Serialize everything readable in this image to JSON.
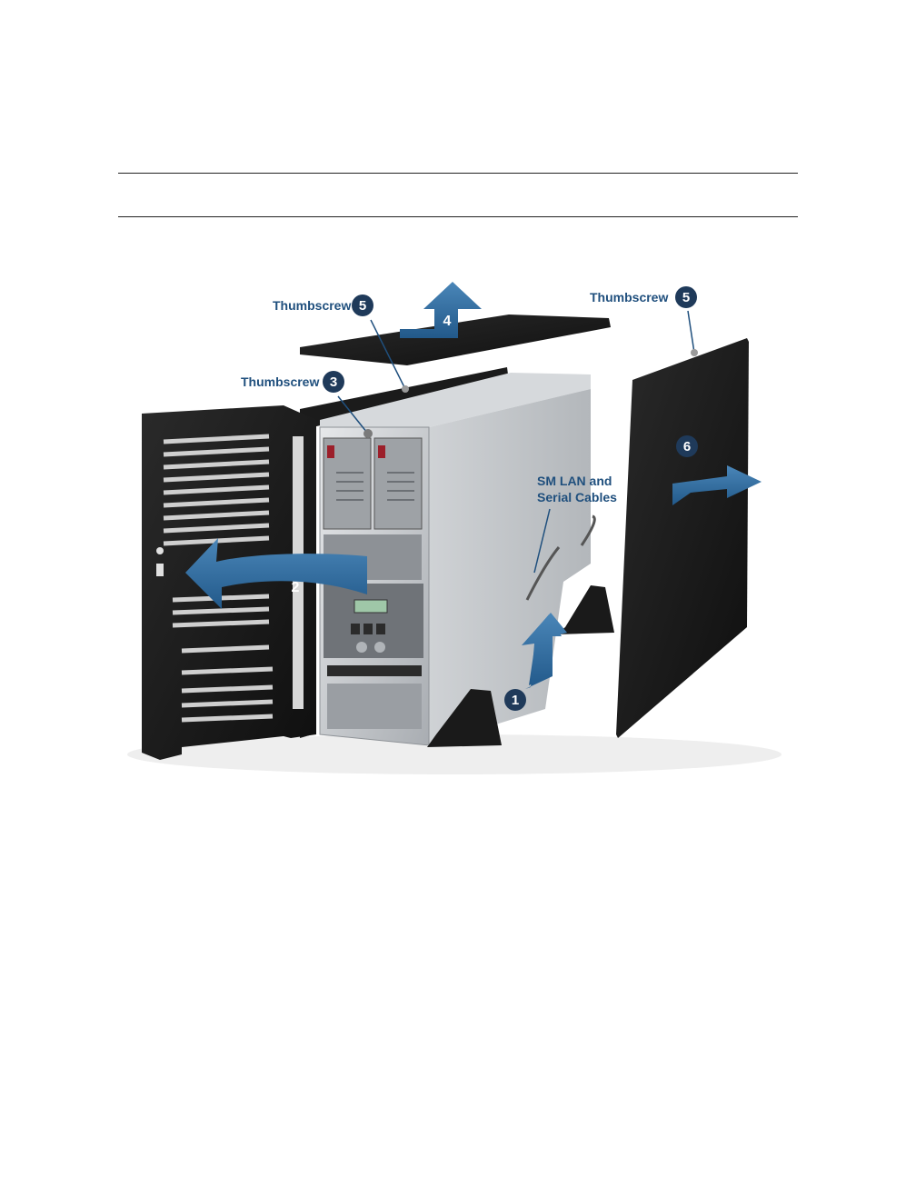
{
  "figure": {
    "callouts": {
      "thumbscrew_top": "Thumbscrew",
      "thumbscrew_right": "Thumbscrew",
      "thumbscrew_front": "Thumbscrew",
      "cables_line1": "SM LAN and",
      "cables_line2": "Serial Cables"
    },
    "steps": {
      "step1": "1",
      "step2": "2",
      "step3": "3",
      "step4": "4",
      "step5a": "5",
      "step5b": "5",
      "step6": "6"
    },
    "colors": {
      "callout_text": "#1f4f7d",
      "badge": "#1f3a5a",
      "arrow": "#2f6ea0",
      "panel": "#1d1d1d",
      "chassis": "#c9cccf"
    }
  }
}
